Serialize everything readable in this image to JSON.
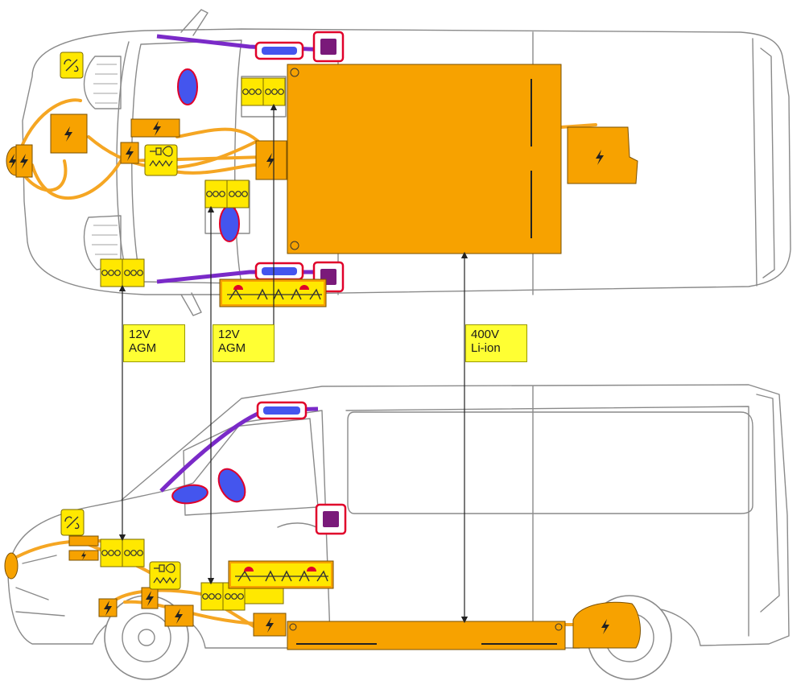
{
  "labels": {
    "battery_front": {
      "voltage": "12V",
      "type": "AGM"
    },
    "battery_seat": {
      "voltage": "12V",
      "type": "AGM"
    },
    "battery_hv": {
      "voltage": "400V",
      "type": "Li-ion"
    }
  },
  "colors": {
    "high_voltage_component": "#f7a200",
    "low_voltage_battery": "#ffe800",
    "airbag": "#4455ee",
    "gas_generator": "#7a1a7a",
    "highlight_outline": "#e0002a",
    "curtain_airbag": "#7a2ac8",
    "cable": "#f5a623"
  },
  "icons": [
    "high-voltage-bolt-icon",
    "battery-cells-icon",
    "pyro-fuse-icon",
    "service-disconnect-icon",
    "seatbelt-pretensioner-icon"
  ]
}
